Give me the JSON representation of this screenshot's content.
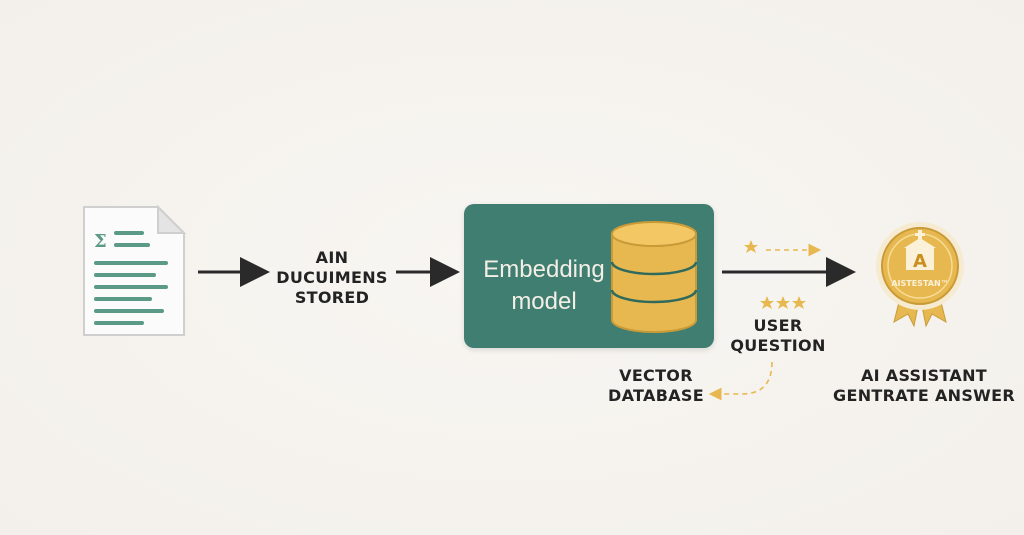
{
  "steps": {
    "documents_label": [
      "AIN",
      "DUCUIMENS",
      "STORED"
    ],
    "model_label": [
      "Embedding",
      "model"
    ],
    "vector_label": [
      "VECTOR",
      "DATABASE"
    ],
    "question_label": [
      "USER",
      "QUESTION"
    ],
    "answer_label": [
      "AI ASSISTANT",
      "GENTRATE ANSWER"
    ]
  },
  "badge": {
    "letter": "A",
    "text": "AISTESTAN™"
  },
  "colors": {
    "teal": "#3f7e70",
    "gold": "#e8b850",
    "gold_dark": "#c99a38",
    "ink": "#232323",
    "doc_line": "#5a9a86"
  },
  "icons": [
    "document-icon",
    "database-icon",
    "star-icon",
    "assistant-badge-icon"
  ]
}
